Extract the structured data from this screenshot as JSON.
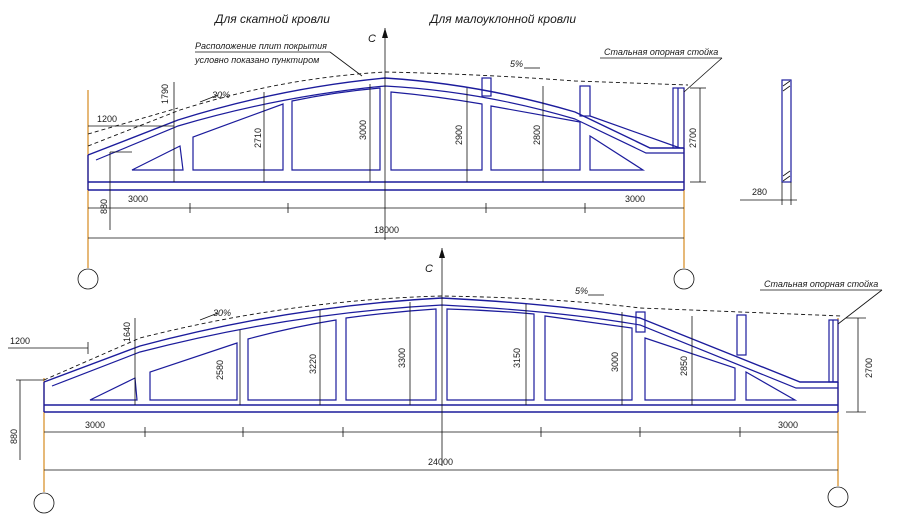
{
  "headers": {
    "pitched": "Для скатной кровли",
    "low_slope": "Для малоуклонной кровли"
  },
  "top_truss": {
    "axis_label": "С",
    "note_line1": "Расположение плит покрытия",
    "note_line2": "условно показано пунктиром",
    "steel_post": "Стальная опорная стойка",
    "slope_30": "30%",
    "slope_5": "5%",
    "dim_1200": "1200",
    "dim_1790": "1790",
    "dim_2710": "2710",
    "dim_3000": "3000",
    "dim_2900": "2900",
    "dim_2800": "2800",
    "dim_2700": "2700",
    "dim_880": "880",
    "dim_3000_left": "3000",
    "dim_3000_right": "3000",
    "dim_span": "18000",
    "dim_280": "280"
  },
  "bottom_truss": {
    "axis_label": "С",
    "steel_post": "Стальная опорная стойка",
    "slope_30": "30%",
    "slope_5": "5%",
    "dim_1200": "1200",
    "dim_1640": "1640",
    "dim_2580": "2580",
    "dim_3220": "3220",
    "dim_3300": "3300",
    "dim_3150": "3150",
    "dim_3000": "3000",
    "dim_2850": "2850",
    "dim_2700": "2700",
    "dim_880": "880",
    "dim_3000_left": "3000",
    "dim_3000_right": "3000",
    "dim_span": "24000"
  },
  "colors": {
    "truss": "#1c1c9c",
    "axis_line": "#d58a1e",
    "ink": "#111111"
  }
}
